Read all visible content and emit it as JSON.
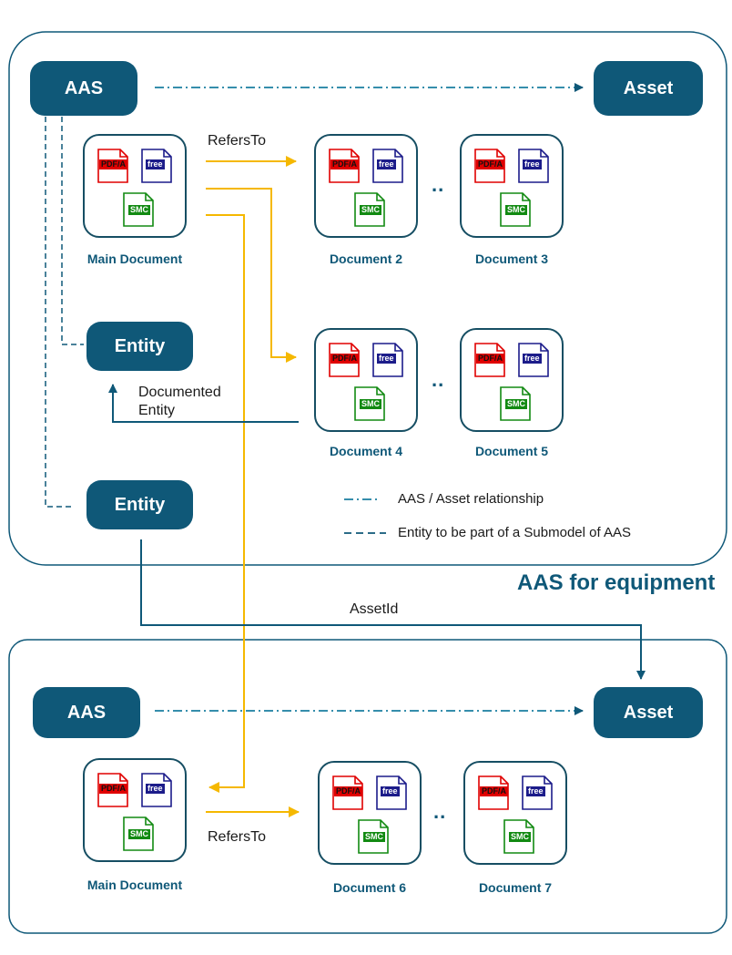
{
  "equipment": {
    "title": "AAS for equipment",
    "aas": "AAS",
    "asset": "Asset",
    "entity_top": "Entity",
    "entity_bottom": "Entity",
    "refers_to": "RefersTo",
    "documented_entity_line1": "Documented",
    "documented_entity_line2": "Entity",
    "main_document": "Main Document",
    "document_2": "Document 2",
    "document_3": "Document 3",
    "document_4": "Document 4",
    "document_5": "Document 5",
    "legend": {
      "relationship": "AAS / Asset  relationship",
      "entity_part": "Entity  to be part  of a  Submodel  of  AAS"
    }
  },
  "asset_id_label": "AssetId",
  "component": {
    "aas": "AAS",
    "asset": "Asset",
    "refers_to": "RefersTo",
    "main_document": "Main Document",
    "document_6": "Document 6",
    "document_7": "Document 7"
  },
  "file_tags": {
    "pdf": "PDF/A",
    "free": "free",
    "smc": "SMC"
  },
  "ellipsis": "..",
  "colors": {
    "brand": "#0f5878",
    "refers_arrow": "#f5b800",
    "pdf": "#e00000",
    "free": "#1c1c8a",
    "smc": "#128a12"
  }
}
